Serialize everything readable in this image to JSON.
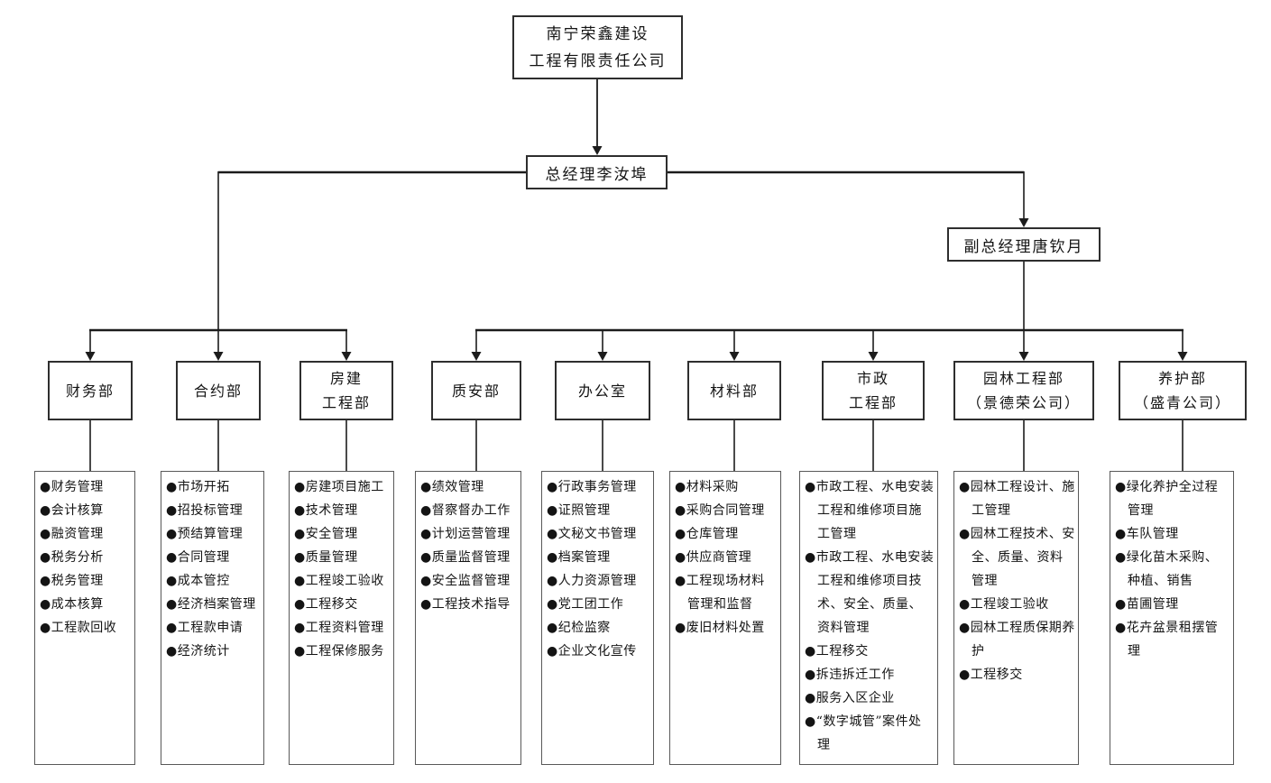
{
  "chart": {
    "type": "org-chart",
    "root": {
      "lines": [
        "南宁荣鑫建设",
        "工程有限责任公司"
      ]
    },
    "general_manager": {
      "label": "总经理李汝埠"
    },
    "deputy_general_manager": {
      "label": "副总经理唐钦月"
    },
    "bullet": "●",
    "departments": [
      {
        "title_lines": [
          "财务部"
        ],
        "items": [
          "财务管理",
          "会计核算",
          "融资管理",
          "税务分析",
          "税务管理",
          "成本核算",
          "工程款回收"
        ]
      },
      {
        "title_lines": [
          "合约部"
        ],
        "items": [
          "市场开拓",
          "招投标管理",
          "预结算管理",
          "合同管理",
          "成本管控",
          "经济档案管理",
          "工程款申请",
          "经济统计"
        ]
      },
      {
        "title_lines": [
          "房建",
          "工程部"
        ],
        "items": [
          "房建项目施工",
          "技术管理",
          "安全管理",
          "质量管理",
          "工程竣工验收",
          "工程移交",
          "工程资料管理",
          "工程保修服务"
        ]
      },
      {
        "title_lines": [
          "质安部"
        ],
        "items": [
          "绩效管理",
          "督察督办工作",
          "计划运营管理",
          "质量监督管理",
          "安全监督管理",
          "工程技术指导"
        ]
      },
      {
        "title_lines": [
          "办公室"
        ],
        "items": [
          "行政事务管理",
          "证照管理",
          "文秘文书管理",
          "档案管理",
          "人力资源管理",
          "党工团工作",
          "纪检监察",
          "企业文化宣传"
        ]
      },
      {
        "title_lines": [
          "材料部"
        ],
        "items": [
          "材料采购",
          "采购合同管理",
          "仓库管理",
          "供应商管理",
          "工程现场材料管理和监督",
          "废旧材料处置"
        ]
      },
      {
        "title_lines": [
          "市政",
          "工程部"
        ],
        "items": [
          "市政工程、水电安装工程和维修项目施工管理",
          "市政工程、水电安装工程和维修项目技术、安全、质量、资料管理",
          "工程移交",
          "拆违拆迁工作",
          "服务入区企业",
          "“数字城管”案件处理"
        ]
      },
      {
        "title_lines": [
          "园林工程部",
          "（景德荣公司）"
        ],
        "items": [
          "园林工程设计、施工管理",
          "园林工程技术、安全、质量、资料管理",
          "工程竣工验收",
          "园林工程质保期养护",
          "工程移交"
        ]
      },
      {
        "title_lines": [
          "养护部",
          "（盛青公司）"
        ],
        "items": [
          "绿化养护全过程管理",
          "车队管理",
          "绿化苗木采购、种植、销售",
          "苗圃管理",
          "花卉盆景租摆管理"
        ]
      }
    ]
  }
}
